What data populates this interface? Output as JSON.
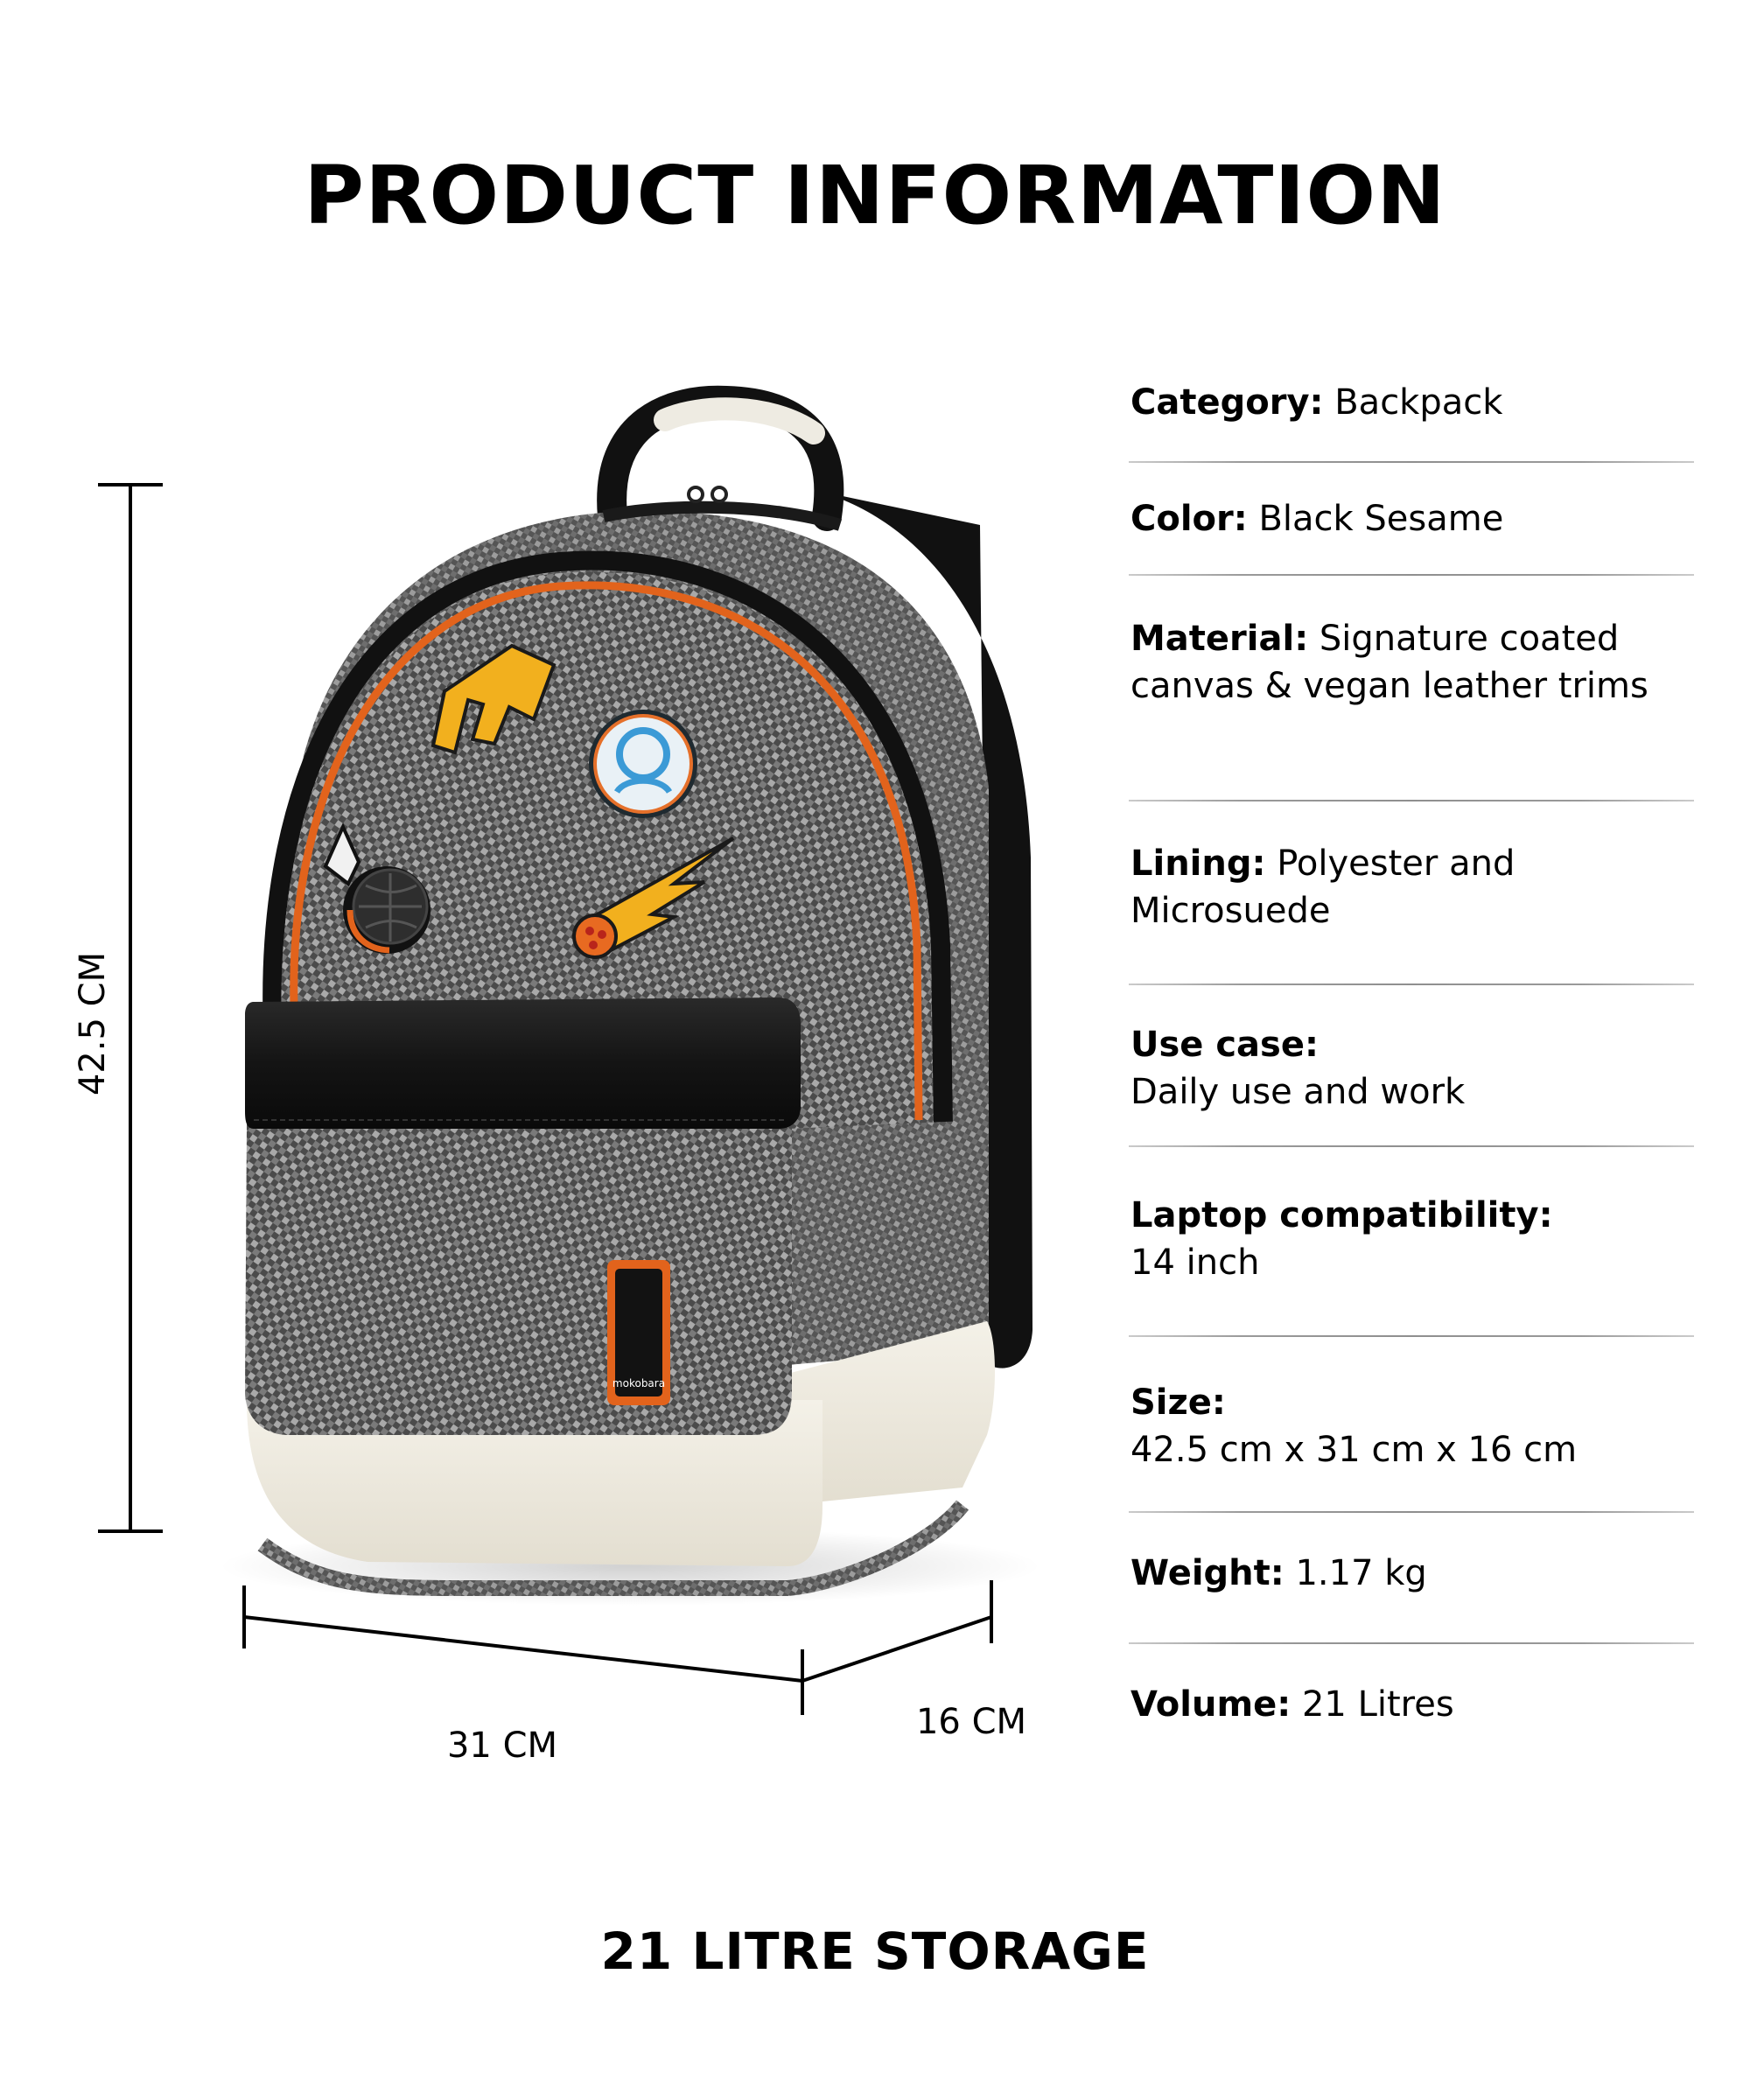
{
  "page": {
    "title": "PRODUCT INFORMATION",
    "footer": "21 LITRE STORAGE"
  },
  "dimensions": {
    "height_label": "42.5 CM",
    "width_label": "31 CM",
    "depth_label": "16 CM"
  },
  "product_image": {
    "subject": "backpack",
    "brand_tag": "mokobara",
    "patches": [
      "m-letter-patch",
      "astronaut-patch",
      "rocket-planet-patch",
      "comet-patch"
    ],
    "colors": {
      "fabric_dark": "#4b4b4b",
      "fabric_light": "#a9a9a9",
      "trim_black": "#141414",
      "piping_orange": "#e2631c",
      "base_cream": "#ece8dc",
      "patch_yellow": "#f2b01e",
      "patch_blue": "#3b9ad6"
    }
  },
  "specs": [
    {
      "key": "Category:",
      "value": "Backpack"
    },
    {
      "key": "Color:",
      "value": "Black Sesame"
    },
    {
      "key": "Material:",
      "value": "Signature coated canvas & vegan leather trims"
    },
    {
      "key": "Lining:",
      "value": "Polyester and Microsuede"
    },
    {
      "key": "Use case:",
      "value": "Daily use and work"
    },
    {
      "key": "Laptop compatibility:",
      "value": "14 inch"
    },
    {
      "key": "Size:",
      "value": "42.5 cm x 31 cm x 16 cm"
    },
    {
      "key": "Weight:",
      "value": "1.17 kg"
    },
    {
      "key": "Volume:",
      "value": "21 Litres"
    }
  ]
}
